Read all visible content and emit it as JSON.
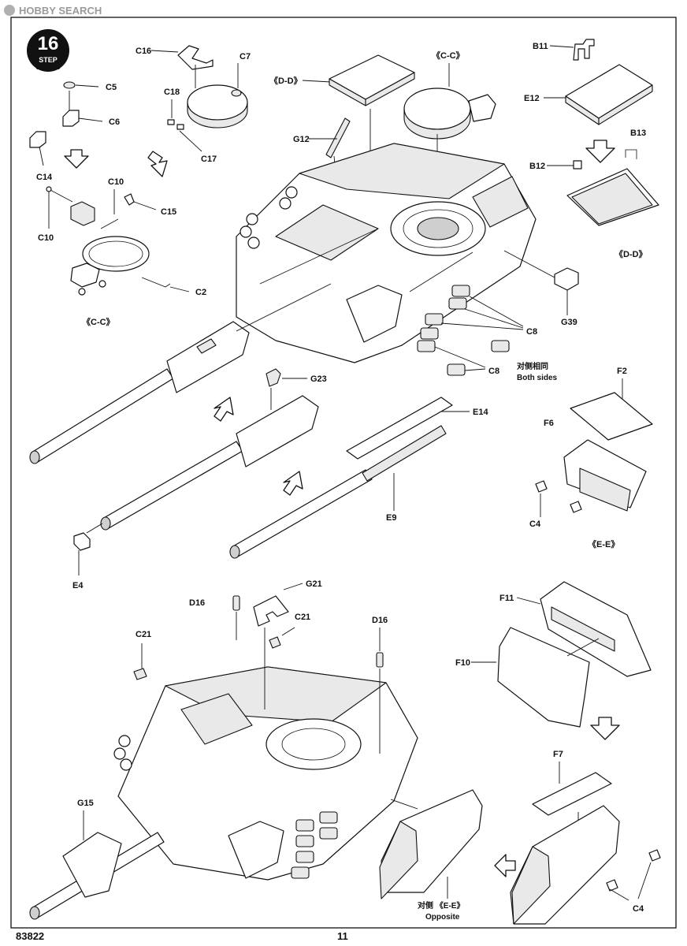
{
  "watermark": {
    "text": "HOBBY SEARCH"
  },
  "step": {
    "number": "16",
    "label": "STEP"
  },
  "footer": {
    "product_code": "83822",
    "page_number": "11"
  },
  "section_labels": {
    "cc_top": "《C-C》",
    "dd_top": "《D-D》",
    "cc_left": "《C-C》",
    "dd_right": "《D-D》",
    "ee_mid": "《E-E》"
  },
  "notes": {
    "both_sides_cn": "对侧相同",
    "both_sides_en": "Both sides",
    "opposite_cn": "对侧 《E-E》",
    "opposite_en": "Opposite"
  },
  "parts": {
    "C16": "C16",
    "C7": "C7",
    "C5": "C5",
    "C6": "C6",
    "C18": "C18",
    "C17": "C17",
    "C14": "C14",
    "C10a": "C10",
    "C10b": "C10",
    "C15": "C15",
    "C2": "C2",
    "G12": "G12",
    "B11": "B11",
    "E12": "E12",
    "B13": "B13",
    "B12": "B12",
    "G39": "G39",
    "C8a": "C8",
    "C8b": "C8",
    "G23": "G23",
    "E14": "E14",
    "E9": "E9",
    "E4": "E4",
    "F2": "F2",
    "F6": "F6",
    "C4a": "C4",
    "D16a": "D16",
    "G21": "G21",
    "C21a": "C21",
    "C21b": "C21",
    "D16b": "D16",
    "F11": "F11",
    "F10": "F10",
    "F7": "F7",
    "G15": "G15",
    "C4b": "C4"
  }
}
